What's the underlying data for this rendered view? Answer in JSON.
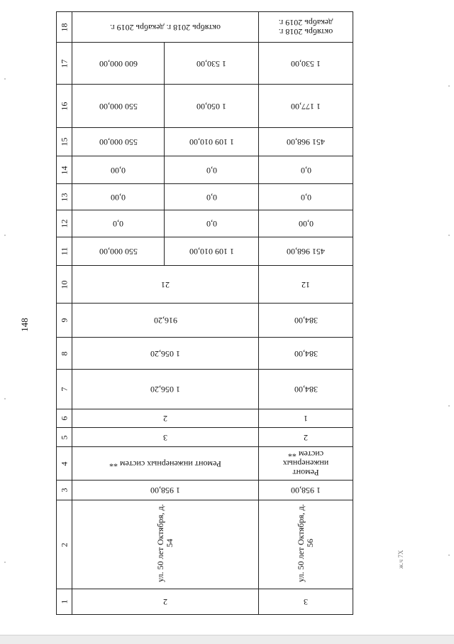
{
  "page_number": "148",
  "footer_mark": "ж.ч 7Х",
  "column_numbers": [
    "1",
    "2",
    "3",
    "4",
    "5",
    "6",
    "7",
    "8",
    "9",
    "10",
    "11",
    "12",
    "13",
    "14",
    "15",
    "16",
    "17",
    "18"
  ],
  "rows": [
    {
      "c1": "2",
      "c2": "ул. 50 лет Октября, д. 54",
      "c3": "1 958,00",
      "c4": "Ремонт инженерных систем **",
      "c5": "3",
      "c6": "2",
      "c7": "1 056,20",
      "c8": "1 056,20",
      "c9": "916,20",
      "c10": "21",
      "sub": [
        {
          "c11": "1 109 010,00",
          "c12": "0,0",
          "c13": "0,0",
          "c14": "0,0",
          "c15": "1 109 010,00",
          "c16": "1 050,00",
          "c17": "1 530,00"
        },
        {
          "c11": "550 000,00",
          "c12": "0,0",
          "c13": "0,00",
          "c14": "0,00",
          "c15": "550 000,00",
          "c16": "550 000,00",
          "c17": "600 000,00"
        }
      ],
      "c18": "октябрь 2018 г. декабрь 2019 г."
    },
    {
      "c1": "3",
      "c2": "ул. 50 лет Октября, д. 56",
      "c3": "1 958,00",
      "c4": "Ремонт инженерных систем **",
      "c5": "2",
      "c6": "1",
      "c7": "384,00",
      "c8": "384,00",
      "c9": "384,00",
      "c10": "12",
      "c11": "451 968,00",
      "c12": "0,00",
      "c13": "0,0",
      "c14": "0,0",
      "c15": "451 968,00",
      "c16": "1 177,00",
      "c17": "1 530,00",
      "c18": "октябрь 2018 г. декабрь 2019 г."
    }
  ]
}
